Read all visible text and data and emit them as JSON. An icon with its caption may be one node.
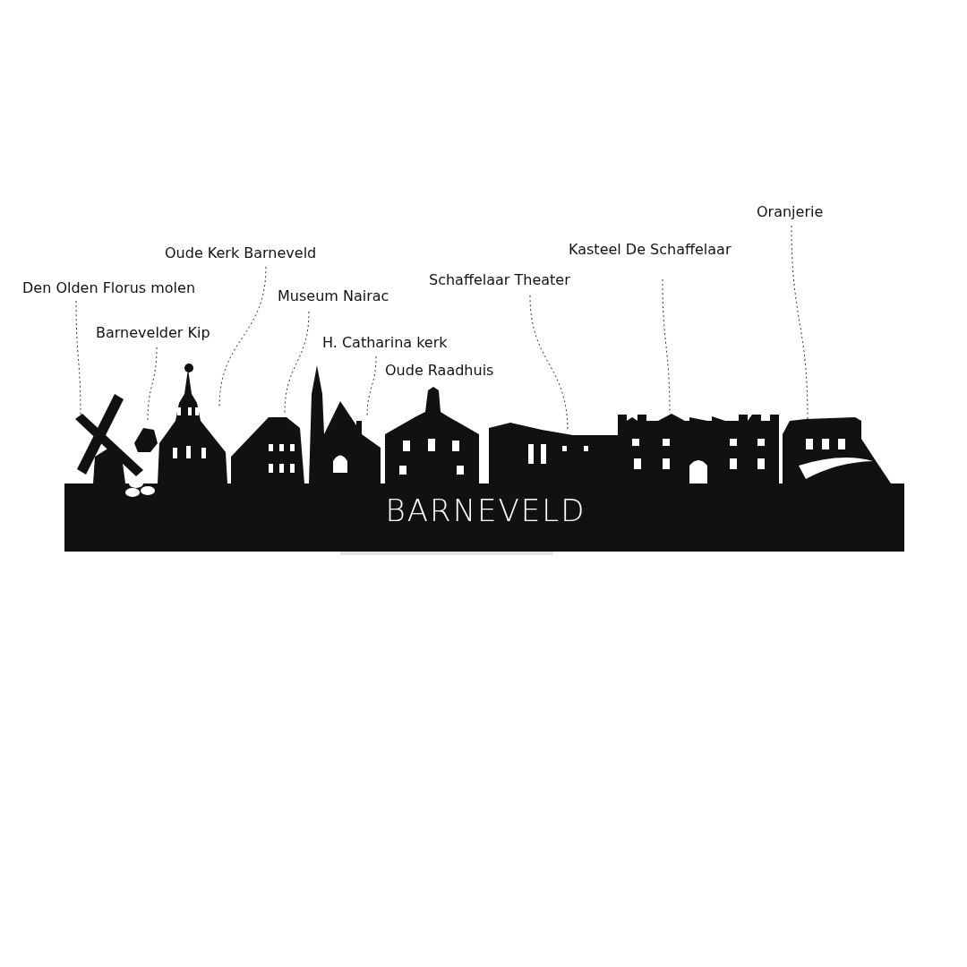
{
  "diagram": {
    "nodes": [
      {
        "text": [
          "Den Olden Florus molen"
        ]
      },
      {
        "text": [
          "Barnevelder Kip"
        ]
      },
      {
        "text": [
          "Oude Kerk Barneveld"
        ]
      },
      {
        "text": [
          "Museum Nairac"
        ]
      },
      {
        "text": [
          "H. Catharina kerk"
        ]
      },
      {
        "text": [
          "Oude Raadhuis"
        ]
      },
      {
        "text": [
          "Schaffelaar Theater"
        ]
      },
      {
        "text": [
          "Kasteel De Schaffelaar"
        ]
      },
      {
        "text": [
          "Oranjerie"
        ]
      }
    ],
    "edges": [
      {
        "from": 0,
        "to": null,
        "arrow": "none",
        "style": "dashed"
      },
      {
        "from": 1,
        "to": null,
        "arrow": "none",
        "style": "dashed"
      },
      {
        "from": 2,
        "to": null,
        "arrow": "none",
        "style": "dashed"
      },
      {
        "from": 3,
        "to": null,
        "arrow": "none",
        "style": "dashed"
      },
      {
        "from": 4,
        "to": null,
        "arrow": "none",
        "style": "dashed"
      },
      {
        "from": 6,
        "to": null,
        "arrow": "none",
        "style": "dashed"
      },
      {
        "from": 7,
        "to": null,
        "arrow": "none",
        "style": "dashed"
      },
      {
        "from": 8,
        "to": null,
        "arrow": "none",
        "style": "dashed"
      }
    ],
    "labels": [
      "BARNEVELD"
    ]
  }
}
